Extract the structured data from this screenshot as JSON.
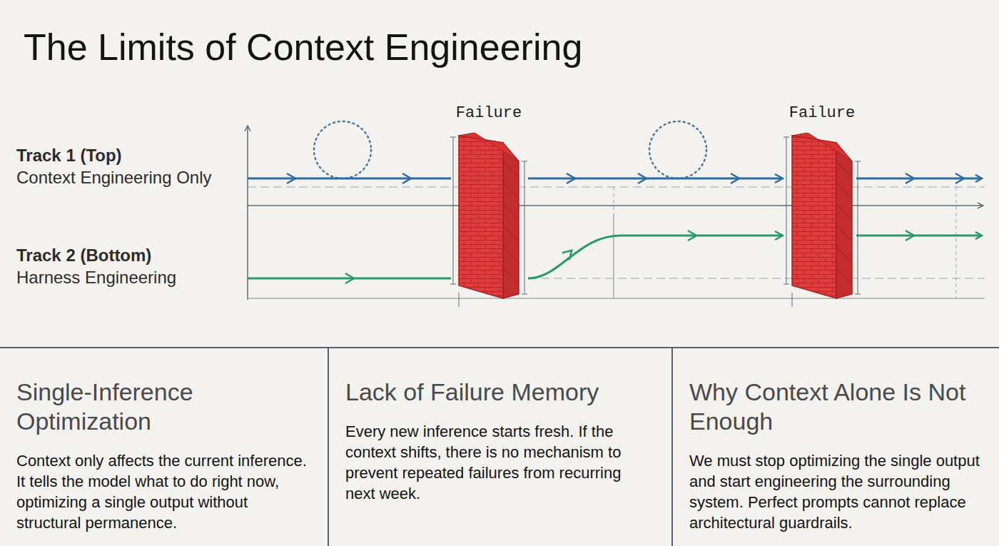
{
  "diagram": {
    "title": "The Limits of Context Engineering",
    "nodes": [
      {
        "text": [
          "Failure"
        ]
      },
      {
        "text": [
          "Failure"
        ]
      },
      {
        "text": [
          "Single-Inference Optimization",
          "Context only affects the current inference. It tells the model what to do right now, optimizing a single output without structural permanence."
        ]
      },
      {
        "text": [
          "Lack of Failure Memory",
          "Every new inference starts fresh. If the context shifts, there is no mechanism to prevent repeated failures from recurring next week."
        ]
      },
      {
        "text": [
          "Why Context Alone Is Not Enough",
          "We must stop optimizing the single output and start engineering the surrounding system. Perfect prompts cannot replace architectural guardrails."
        ]
      }
    ],
    "edges": [
      {
        "from": 0,
        "to": 1,
        "arrow": "to"
      },
      {
        "from": 0,
        "to": 1,
        "arrow": "to"
      }
    ],
    "labels": [
      "Track 1 (Top)",
      "Context Engineering Only",
      "Track 2 (Bottom)",
      "Harness Engineering"
    ]
  }
}
